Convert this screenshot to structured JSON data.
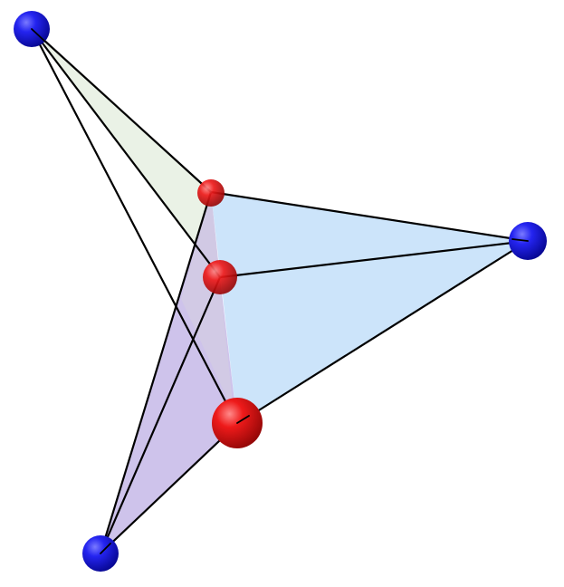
{
  "diagram": {
    "kind": "3d-polyhedron-render",
    "outer_vertex_color": "#1010d8",
    "inner_vertex_color": "#e01010",
    "edge_color": "#000000",
    "faces": [
      {
        "name": "face-green",
        "color": "#e6f0e2"
      },
      {
        "name": "face-blue",
        "color": "#c8e2fa"
      },
      {
        "name": "face-purple",
        "color": "#cabdea"
      }
    ],
    "vertices": [
      {
        "name": "outer-vertex-top-left",
        "type": "outer"
      },
      {
        "name": "outer-vertex-right",
        "type": "outer"
      },
      {
        "name": "outer-vertex-bottom-left",
        "type": "outer"
      },
      {
        "name": "inner-vertex-top",
        "type": "inner"
      },
      {
        "name": "inner-vertex-middle",
        "type": "inner"
      },
      {
        "name": "inner-vertex-bottom",
        "type": "inner"
      }
    ]
  }
}
